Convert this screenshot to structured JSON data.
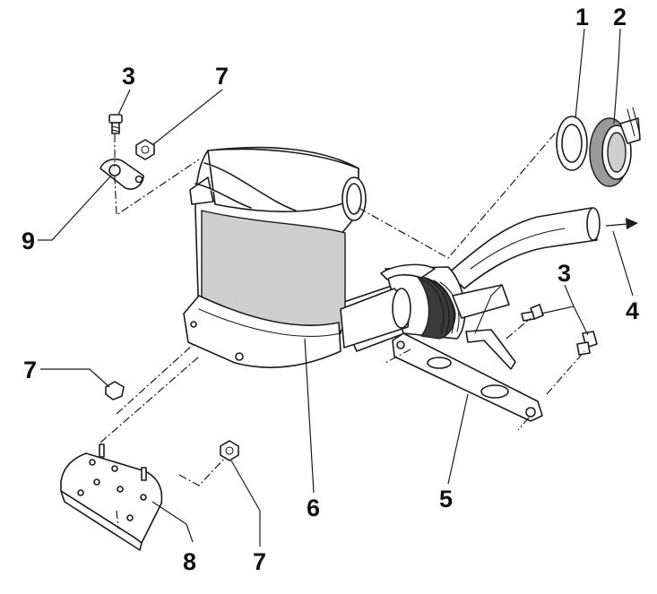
{
  "callouts": [
    {
      "id": "c1",
      "label": "1"
    },
    {
      "id": "c2",
      "label": "2"
    },
    {
      "id": "c3a",
      "label": "3"
    },
    {
      "id": "c3b",
      "label": "3"
    },
    {
      "id": "c4",
      "label": "4"
    },
    {
      "id": "c5",
      "label": "5"
    },
    {
      "id": "c6",
      "label": "6"
    },
    {
      "id": "c7a",
      "label": "7"
    },
    {
      "id": "c7b",
      "label": "7"
    },
    {
      "id": "c7c",
      "label": "7"
    },
    {
      "id": "c8",
      "label": "8"
    },
    {
      "id": "c9",
      "label": "9"
    }
  ],
  "colors": {
    "line": "#1a1a1a",
    "shade": "#9a9a9a",
    "background": "#ffffff"
  }
}
